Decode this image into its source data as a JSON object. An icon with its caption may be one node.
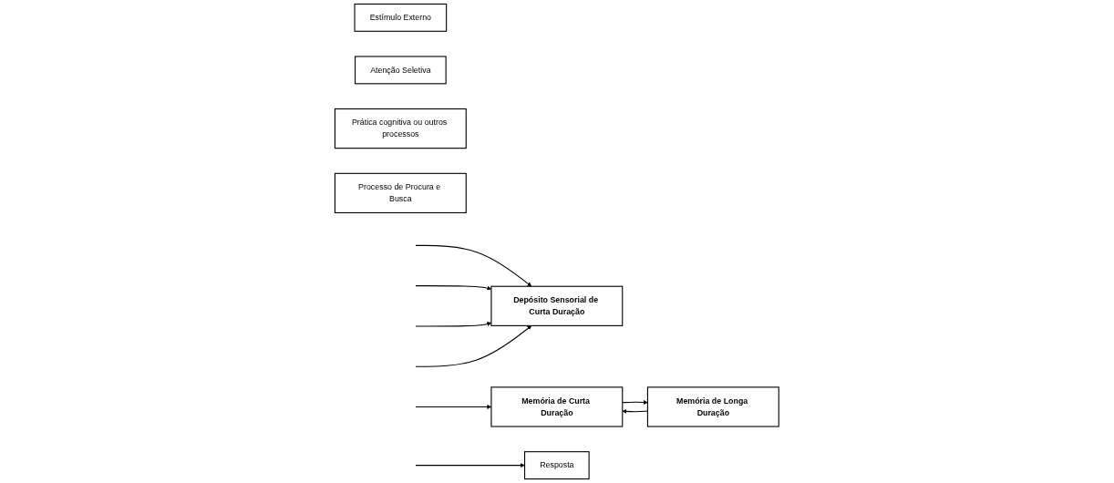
{
  "diagram": {
    "nodes": [
      {
        "text": [
          "Estímulo Externo"
        ]
      },
      {
        "text": [
          "Depósito Sensorial de Curta Duração"
        ]
      },
      {
        "text": [
          "Atenção Seletiva"
        ]
      },
      {
        "text": [
          "Memória de Curta Duração"
        ]
      },
      {
        "text": [
          "Prática cognitiva ou outros processos"
        ]
      },
      {
        "text": [
          "Memória de Longa Duração"
        ]
      },
      {
        "text": [
          "Processo de Procura e Busca"
        ]
      },
      {
        "text": [
          "Resposta"
        ]
      }
    ],
    "edges": [
      {
        "from": null,
        "to": 1,
        "arrow": "to"
      },
      {
        "from": null,
        "to": 1,
        "arrow": "to"
      },
      {
        "from": null,
        "to": 1,
        "arrow": "to"
      },
      {
        "from": null,
        "to": 1,
        "arrow": "to"
      },
      {
        "from": null,
        "to": 3,
        "arrow": "to"
      },
      {
        "from": 3,
        "to": 5,
        "arrow": "to"
      },
      {
        "from": 5,
        "to": 3,
        "arrow": "to"
      },
      {
        "from": null,
        "to": 7,
        "arrow": "to"
      }
    ]
  }
}
